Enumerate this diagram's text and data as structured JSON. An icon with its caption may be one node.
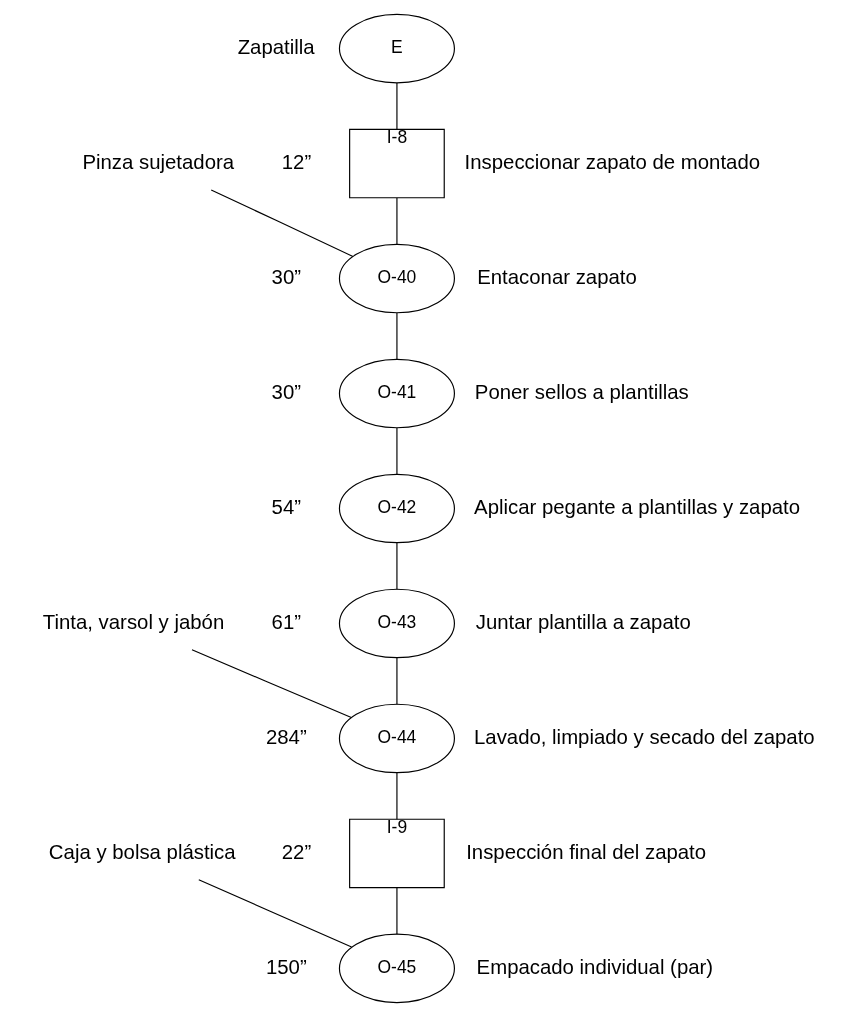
{
  "diagram": {
    "nodes": [
      {
        "text": [
          "E"
        ],
        "beside": [
          "Zapatilla"
        ]
      },
      {
        "text": [
          "I-8"
        ],
        "beside": [
          "12”",
          "Inspeccionar zapato de montado"
        ]
      },
      {
        "text": [
          "Pinza sujetadora"
        ]
      },
      {
        "text": [
          "O-40"
        ],
        "beside": [
          "30”",
          "Entaconar zapato"
        ]
      },
      {
        "text": [
          "O-41"
        ],
        "beside": [
          "30”",
          "Poner sellos a plantillas"
        ]
      },
      {
        "text": [
          "O-42"
        ],
        "beside": [
          "54”",
          "Aplicar pegante a plantillas y zapato"
        ]
      },
      {
        "text": [
          "O-43"
        ],
        "beside": [
          "61”",
          "Juntar plantilla a zapato"
        ]
      },
      {
        "text": [
          "Tinta, varsol y jabón"
        ]
      },
      {
        "text": [
          "O-44"
        ],
        "beside": [
          "284”",
          "Lavado, limpiado y secado del zapato"
        ]
      },
      {
        "text": [
          "I-9"
        ],
        "beside": [
          "22”",
          "Inspección final del zapato"
        ]
      },
      {
        "text": [
          "Caja y bolsa plástica"
        ]
      },
      {
        "text": [
          "O-45"
        ],
        "beside": [
          "150”",
          "Empacado individual (par)"
        ]
      }
    ],
    "edges": [
      {
        "from": 0,
        "to": 1,
        "arrow": "none"
      },
      {
        "from": 1,
        "to": 3,
        "arrow": "none"
      },
      {
        "from": 2,
        "to": 3,
        "arrow": "none"
      },
      {
        "from": 3,
        "to": 4,
        "arrow": "none"
      },
      {
        "from": 4,
        "to": 5,
        "arrow": "none"
      },
      {
        "from": 5,
        "to": 6,
        "arrow": "none"
      },
      {
        "from": 6,
        "to": 8,
        "arrow": "none"
      },
      {
        "from": 7,
        "to": 8,
        "arrow": "none"
      },
      {
        "from": 8,
        "to": 9,
        "arrow": "none"
      },
      {
        "from": 9,
        "to": 11,
        "arrow": "none"
      },
      {
        "from": 10,
        "to": 11,
        "arrow": "none"
      }
    ]
  }
}
